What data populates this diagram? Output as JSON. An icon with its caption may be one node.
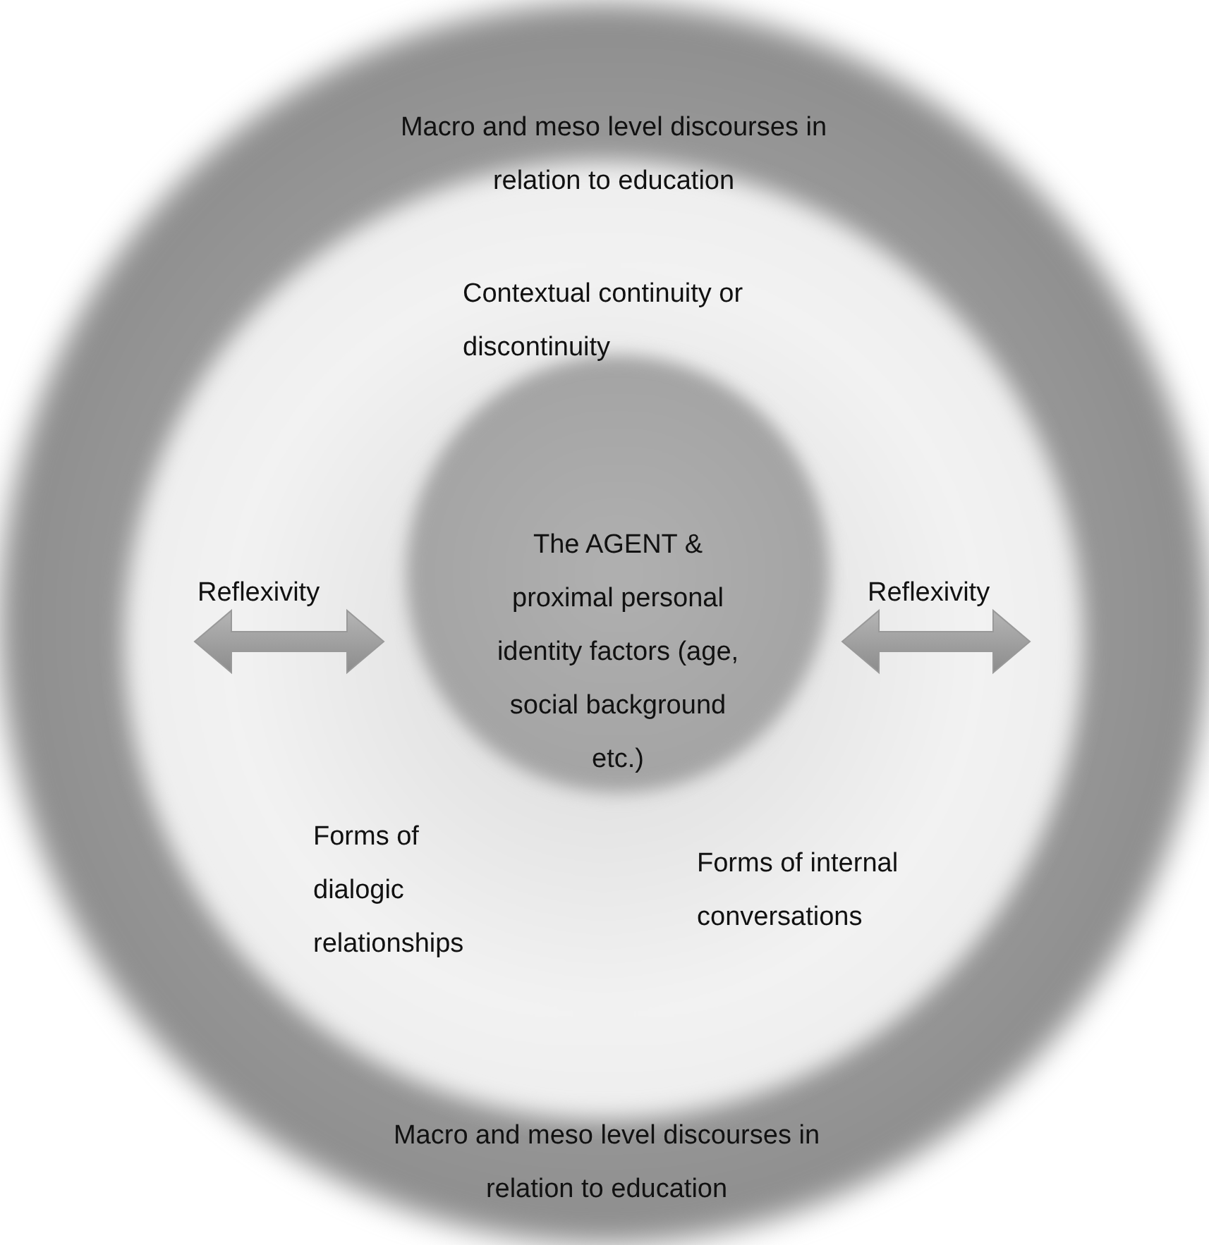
{
  "diagram": {
    "nodes": [
      {
        "text": [
          "Macro and meso level discourses in relation to education",
          "Macro and meso level discourses in relation to education"
        ]
      },
      {
        "text": [
          "Contextual continuity or discontinuity",
          "Forms of dialogic relationships",
          "Forms of internal conversations"
        ],
        "in": 0
      },
      {
        "text": [
          "The AGENT & proximal personal identity factors (age, social background etc.)"
        ],
        "in": 1
      }
    ],
    "labels": [
      "Reflexivity",
      "Reflexivity"
    ]
  }
}
